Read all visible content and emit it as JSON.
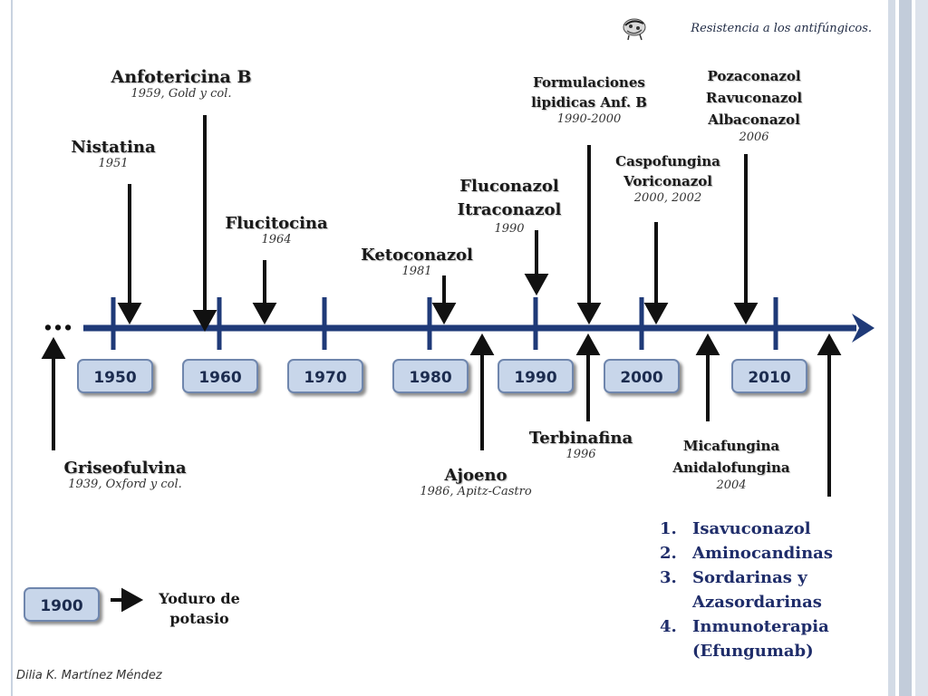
{
  "header": {
    "title": "Resistencia a los antifúngicos."
  },
  "author": "Dilia K. Martínez Méndez",
  "timeline": {
    "start_marker": "…",
    "decades": [
      "1950",
      "1960",
      "1970",
      "1980",
      "1990",
      "2000",
      "2010"
    ]
  },
  "drugs_above": [
    {
      "name": "Anfotericina B",
      "year": "1959, Gold y col."
    },
    {
      "name": "Nistatina",
      "year": "1951"
    },
    {
      "name": "Flucitocina",
      "year": "1964"
    },
    {
      "name": "Ketoconazol",
      "year": "1981"
    },
    {
      "name": "Fluconazol\nItraconazol",
      "year": "1990"
    },
    {
      "name": "Formulaciones\nlipidicas Anf. B",
      "year": "1990-2000"
    },
    {
      "name": "Caspofungina\nVoriconazol",
      "year": "2000, 2002"
    },
    {
      "name": "Pozaconazol\nRavuconazol\nAlbaconazol",
      "year": "2006"
    }
  ],
  "drugs_below": [
    {
      "name": "Griseofulvina",
      "year": "1939, Oxford y col."
    },
    {
      "name": "Ajoeno",
      "year": "1986, Apitz-Castro"
    },
    {
      "name": "Terbinafina",
      "year": "1996"
    },
    {
      "name": "Micafungina\nAnidalofungina",
      "year": "2004"
    }
  ],
  "future_list": [
    {
      "num": "1.",
      "text": "Isavuconazol"
    },
    {
      "num": "2.",
      "text": "Aminocandinas"
    },
    {
      "num": "3.",
      "text": "Sordarinas y Azasordarinas"
    },
    {
      "num": "4.",
      "text": "Inmunoterapia (Efungumab)"
    }
  ],
  "early": {
    "year": "1900",
    "drug": "Yoduro de potasio"
  },
  "colors": {
    "timeline": "#1f3a78",
    "year_box": "#c8d6ea",
    "list_text": "#1f2d6a"
  },
  "icons": {
    "logo": "fungus-logo-icon"
  }
}
